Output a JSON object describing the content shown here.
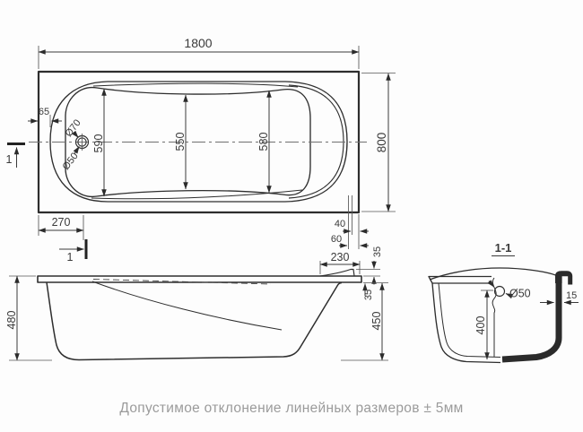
{
  "caption": "Допустимое отклонение линейных размеров ± 5мм",
  "colors": {
    "line": "#2e2e2e",
    "background": "#fdfdfd",
    "caption_text": "#9b9b9b"
  },
  "views": {
    "top_view": {
      "overall_length": "1800",
      "overall_width": "800",
      "inner_width_left": "590",
      "inner_width_middle": "550",
      "inner_width_right": "580",
      "rim_offset": "65",
      "drain_hole_outer": "Ø70",
      "drain_hole_inner": "Ø50",
      "drain_offset_from_edge": "270",
      "offset_40": "40",
      "offset_60": "60",
      "section_marker": "1"
    },
    "side_view": {
      "total_height": "480",
      "body_height": "450",
      "rim_height": "35",
      "headrest_height": "35",
      "headrest_length": "230"
    },
    "section_view": {
      "title": "1-1",
      "overflow_hole": "Ø50",
      "overflow_height": "400",
      "wall_thickness": "15"
    }
  }
}
